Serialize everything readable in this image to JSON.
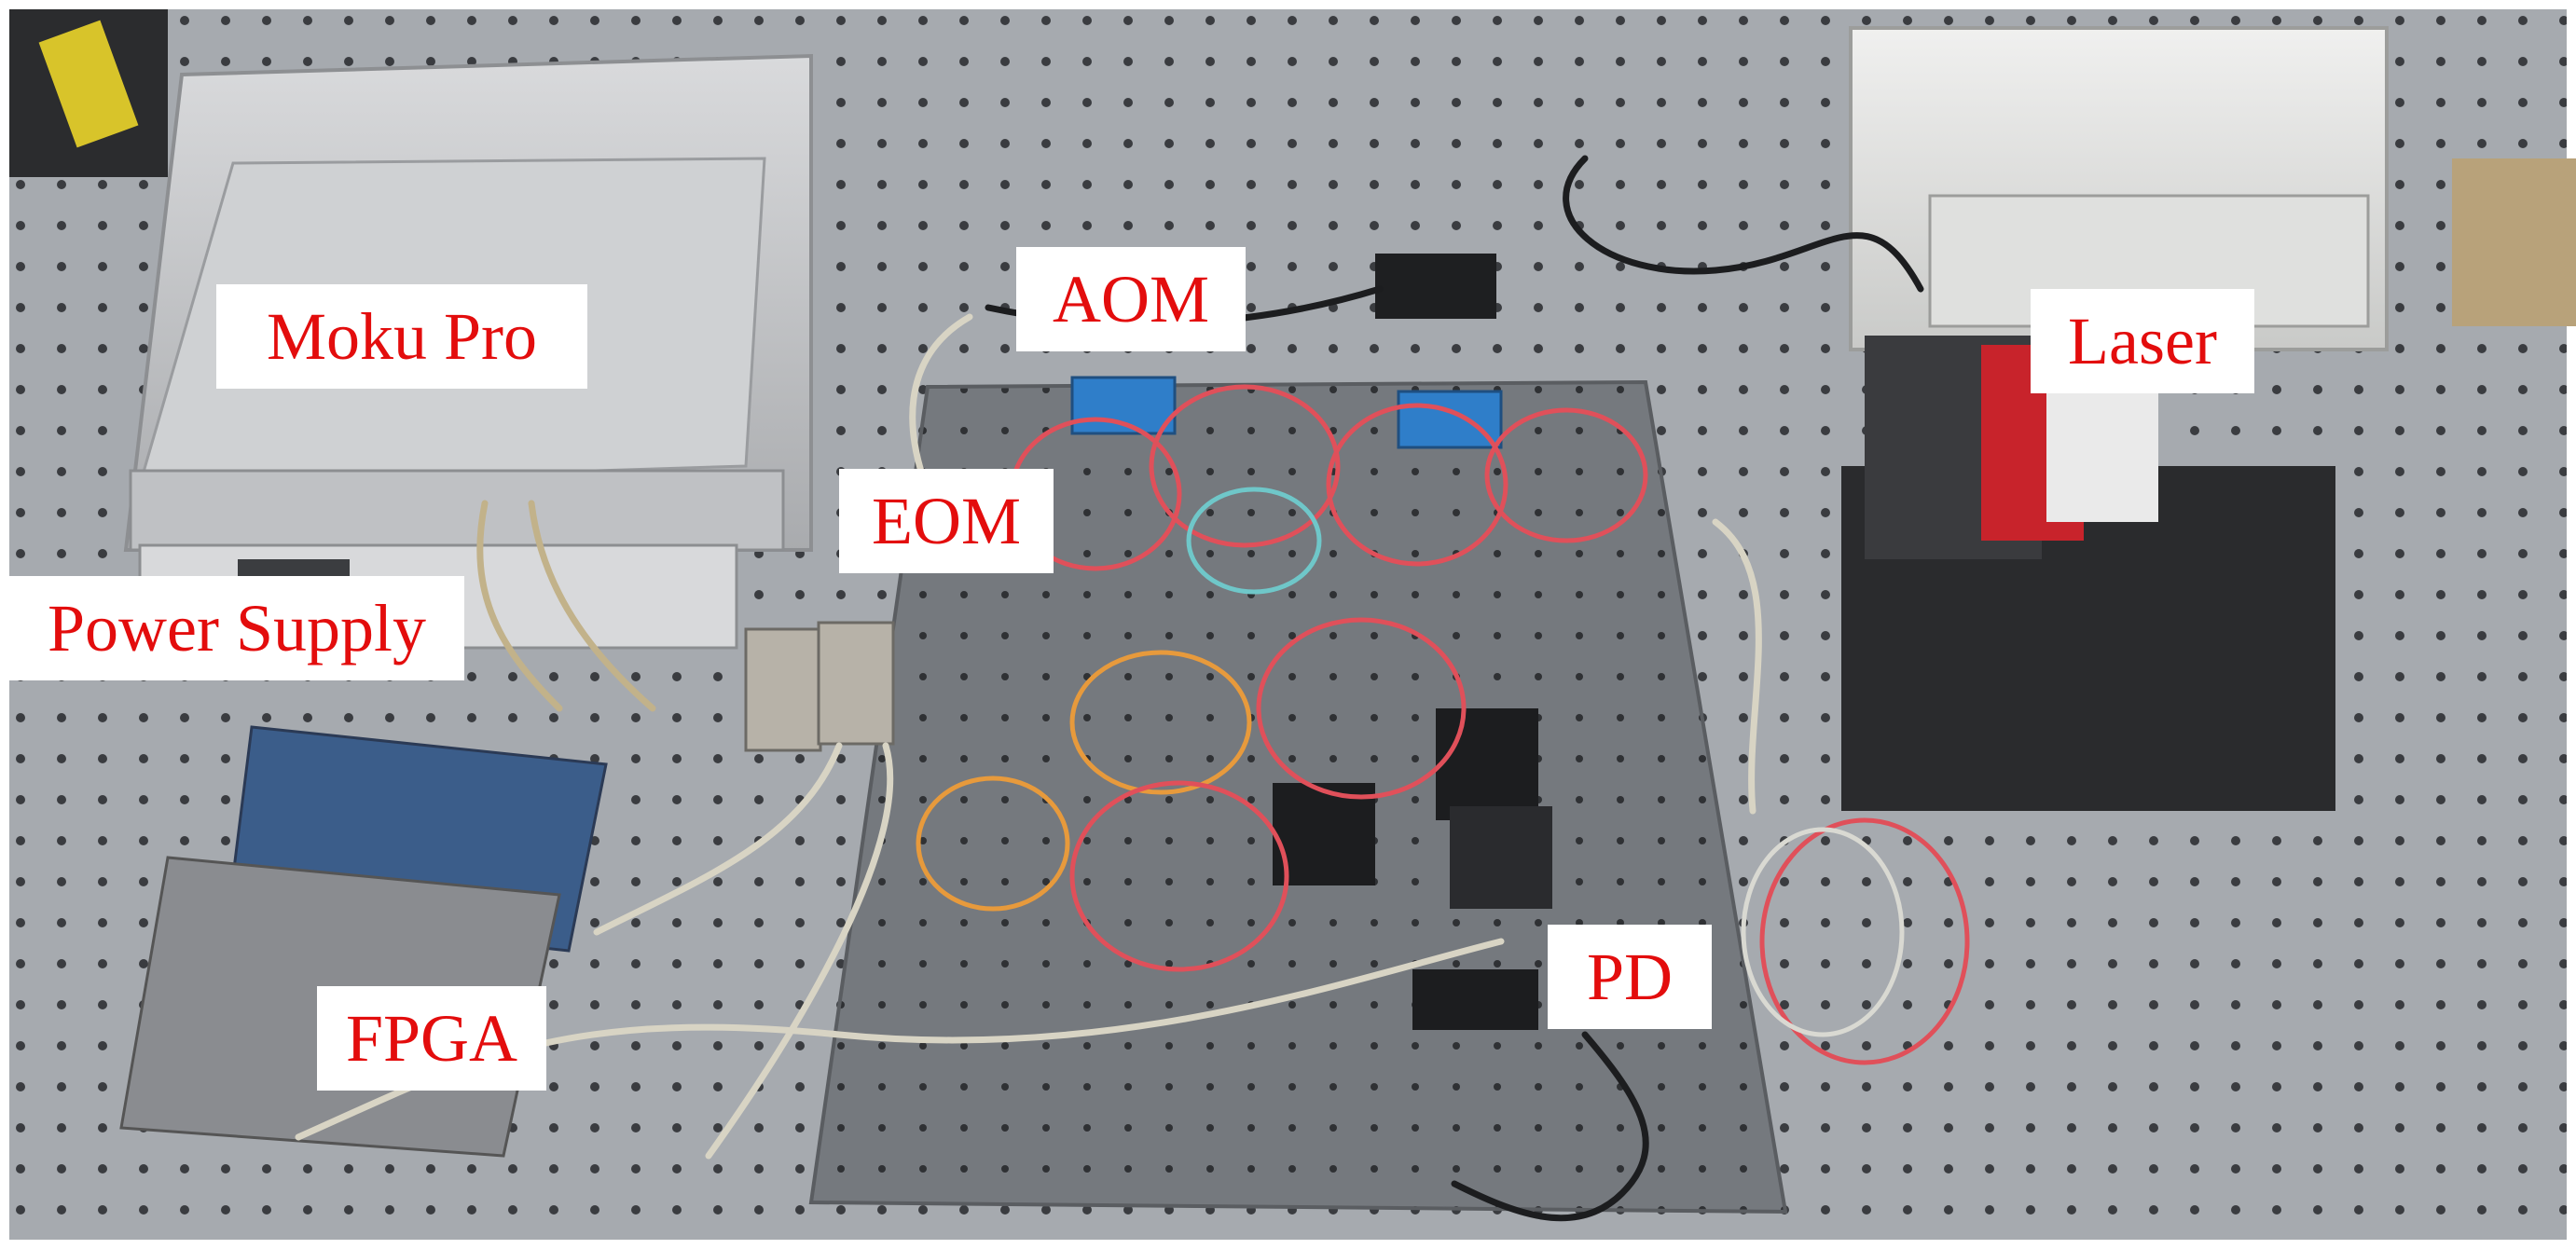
{
  "labels": {
    "moku_pro": "Moku Pro",
    "aom": "AOM",
    "eom": "EOM",
    "power_supply": "Power Supply",
    "laser": "Laser",
    "fpga": "FPGA",
    "pd": "PD"
  },
  "colors": {
    "label_text": "#e30d0d",
    "label_bg": "#ffffff",
    "table": "#9a9ea3",
    "breadboard": "#6f7378",
    "fiber_red": "#e0505a",
    "fiber_orange": "#e79a3c",
    "fiber_cyan": "#6fc7c9"
  }
}
